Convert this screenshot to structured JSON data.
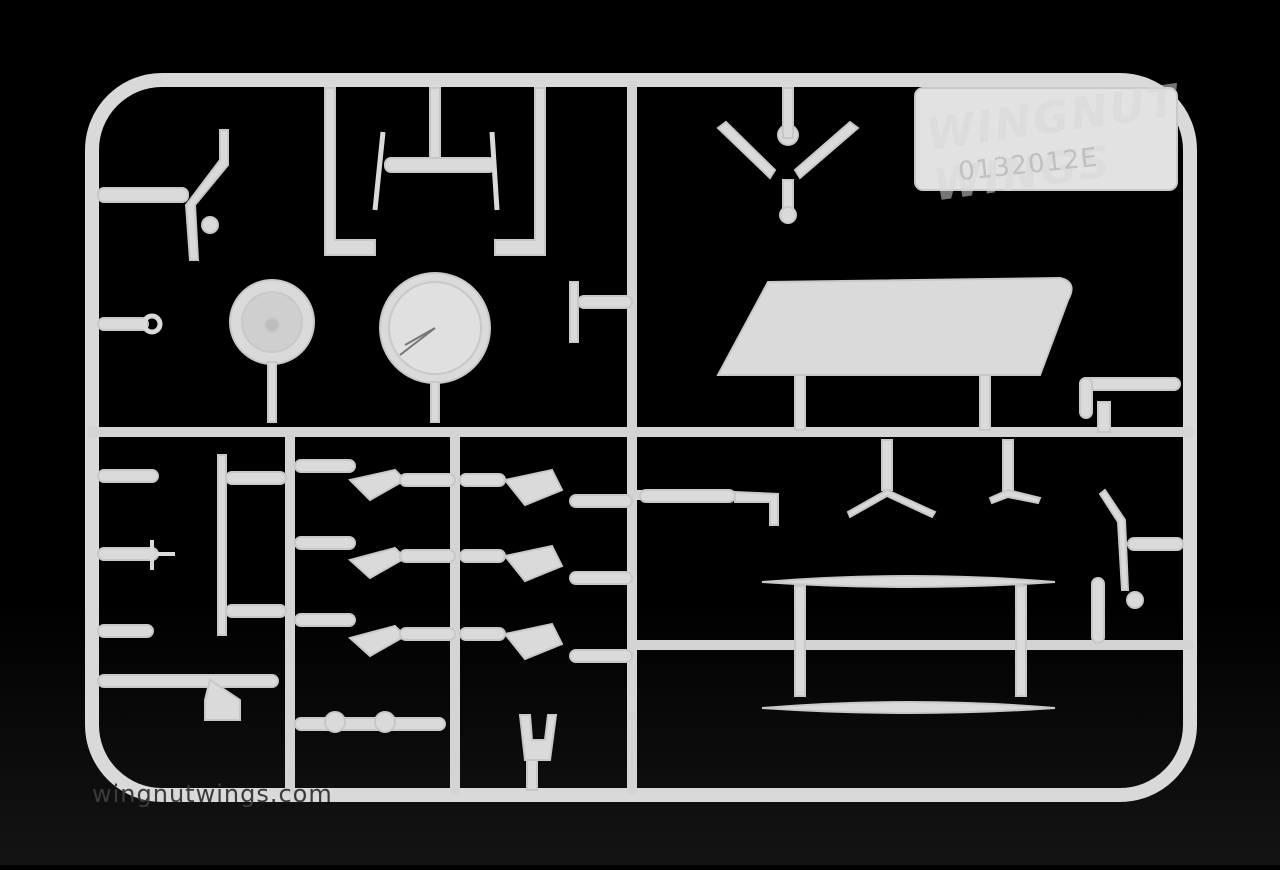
{
  "image": {
    "subject": "plastic model kit sprue frame",
    "background_color": "#000000",
    "plastic_color": "#dcdcdc"
  },
  "texts": {
    "brand_logo": "WINGNUT WINGS",
    "part_code": "0132012E",
    "website": "wingnutwings.com"
  },
  "icons": [
    "sprue-frame-icon"
  ]
}
